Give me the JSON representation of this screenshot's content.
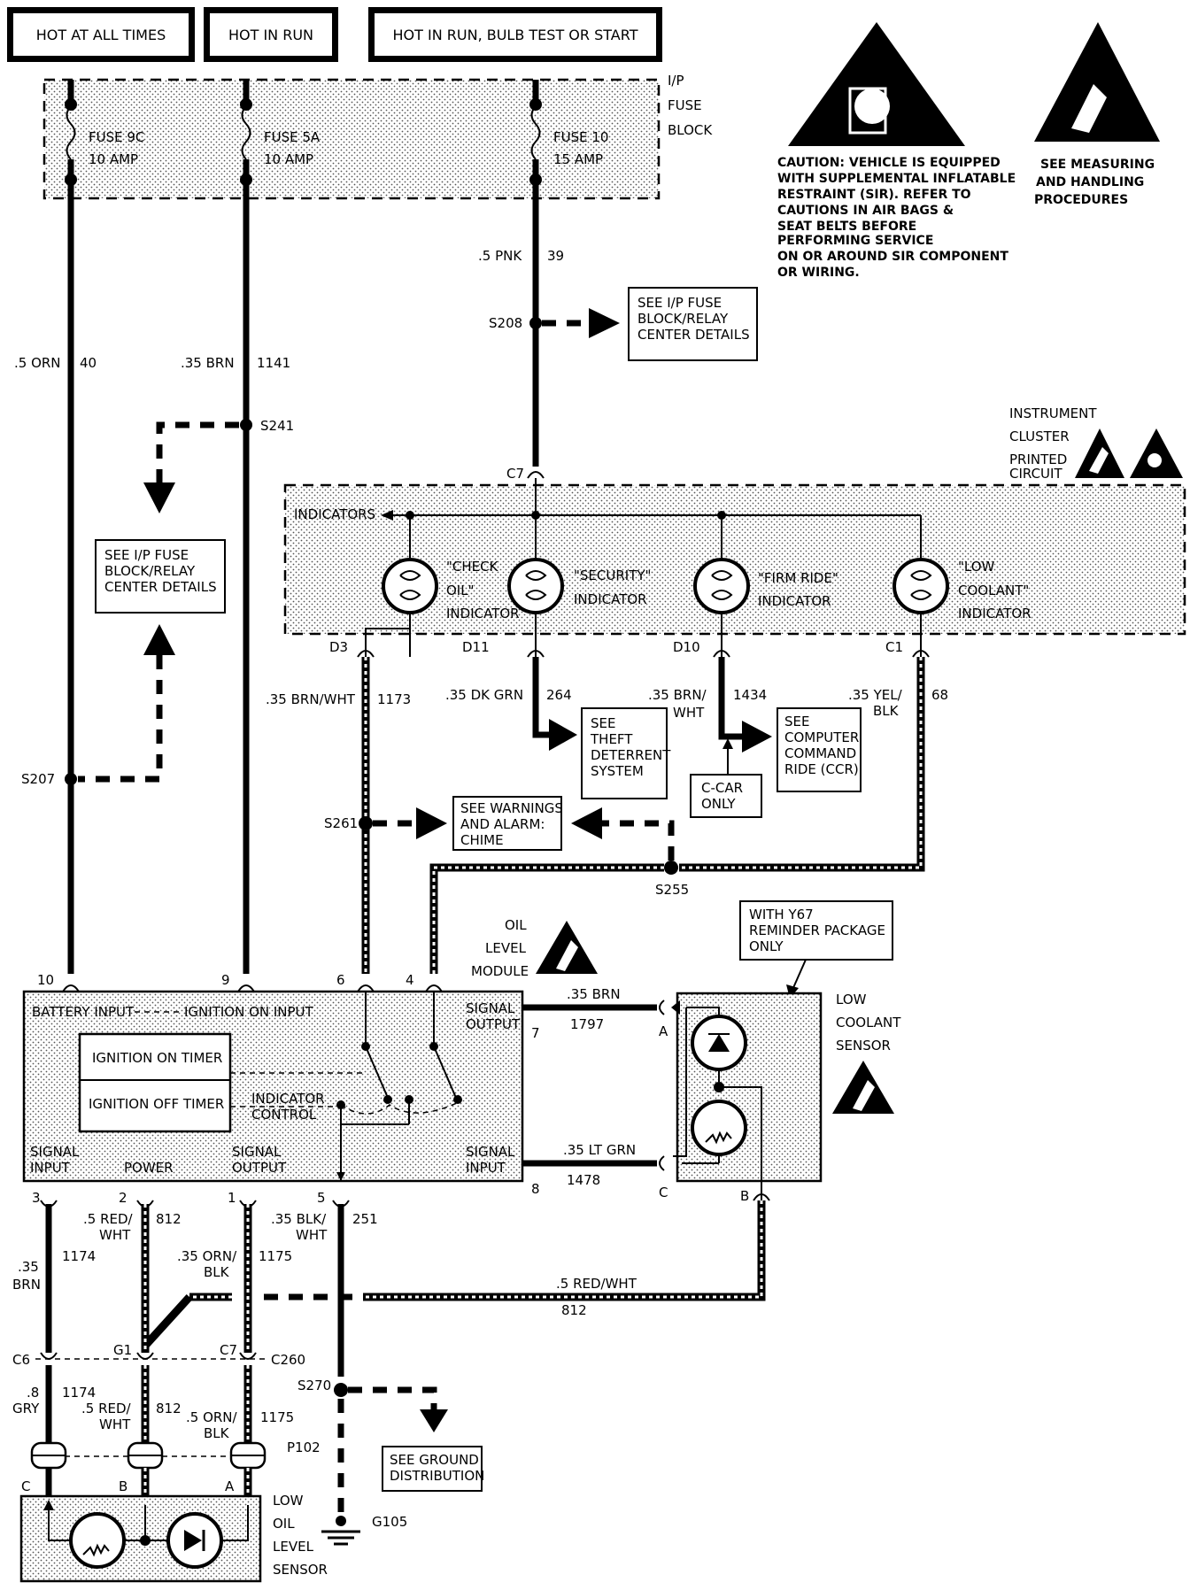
{
  "headers": {
    "hot_at_all_times": "HOT AT ALL TIMES",
    "hot_in_run": "HOT IN RUN",
    "hot_in_run_bulb_test": "HOT IN RUN, BULB TEST OR START"
  },
  "fuse_block": {
    "label_line1": "I/P",
    "label_line2": "FUSE",
    "label_line3": "BLOCK",
    "fuse1_name": "FUSE 9C",
    "fuse1_rating": "10 AMP",
    "fuse2_name": "FUSE 5A",
    "fuse2_rating": "10 AMP",
    "fuse3_name": "FUSE 10",
    "fuse3_rating": "15 AMP"
  },
  "caution": {
    "line1": "CAUTION: VEHICLE IS EQUIPPED",
    "line2": "WITH SUPPLEMENTAL INFLATABLE",
    "line3": "RESTRAINT (SIR). REFER TO",
    "line4": "CAUTIONS IN AIR BAGS &",
    "line5": "SEAT BELTS BEFORE",
    "line6": "PERFORMING SERVICE",
    "line7": "ON OR AROUND SIR COMPONENT",
    "line8": "OR WIRING."
  },
  "esd_note": {
    "line1": "SEE MEASURING",
    "line2": "AND HANDLING",
    "line3": "PROCEDURES"
  },
  "wires": {
    "w40_gauge": ".5 ORN",
    "w40_num": "40",
    "w1141_gauge": ".35 BRN",
    "w1141_num": "1141",
    "w39_gauge": ".5 PNK",
    "w39_num": "39",
    "w1173_gauge": ".35 BRN/WHT",
    "w1173_num": "1173",
    "w264_gauge": ".35 DK GRN",
    "w264_num": "264",
    "w1434_gauge1": ".35 BRN/",
    "w1434_gauge2": "WHT",
    "w1434_num": "1434",
    "w68_gauge1": ".35 YEL/",
    "w68_gauge2": "BLK",
    "w68_num": "68",
    "w1797_gauge": ".35 BRN",
    "w1797_num": "1797",
    "w1478_gauge": ".35 LT GRN",
    "w1478_num": "1478",
    "w1174_gauge1": ".35",
    "w1174_gauge2": "BRN",
    "w1174_num": "1174",
    "w812_gauge1": ".5 RED/",
    "w812_gauge2": "WHT",
    "w812_num": "812",
    "w1175_gauge1": ".35 ORN/",
    "w1175_gauge2": "BLK",
    "w1175_num": "1175",
    "w251_gauge1": ".35 BLK/",
    "w251_gauge2": "WHT",
    "w251_num": "251",
    "w812h_gauge": ".5 RED/WHT",
    "w812h_num": "812",
    "w1174b_gauge1": ".8",
    "w1174b_gauge2": "GRY",
    "w1174b_num": "1174",
    "w812b_gauge1": ".5 RED/",
    "w812b_gauge2": "WHT",
    "w812b_num": "812",
    "w1175b_gauge1": ".5 ORN/",
    "w1175b_gauge2": "BLK",
    "w1175b_num": "1175"
  },
  "splices": {
    "s208": "S208",
    "s241": "S241",
    "s207": "S207",
    "s261": "S261",
    "s255": "S255",
    "s270": "S270",
    "g105": "G105",
    "g1": "G1",
    "c6": "C6",
    "c7b": "C7",
    "c260": "C260",
    "p102": "P102"
  },
  "refs": {
    "ip_fuse_top_1": "SEE I/P FUSE",
    "ip_fuse_top_2": "BLOCK/RELAY",
    "ip_fuse_top_3": "CENTER DETAILS",
    "ip_fuse_left_1": "SEE I/P FUSE",
    "ip_fuse_left_2": "BLOCK/RELAY",
    "ip_fuse_left_3": "CENTER DETAILS",
    "theft_1": "SEE",
    "theft_2": "THEFT",
    "theft_3": "DETERRENT",
    "theft_4": "SYSTEM",
    "ccr_1": "SEE",
    "ccr_2": "COMPUTER",
    "ccr_3": "COMMAND",
    "ccr_4": "RIDE (CCR)",
    "ccar_1": "C-CAR",
    "ccar_2": "ONLY",
    "chime_1": "SEE WARNINGS",
    "chime_2": "AND ALARM:",
    "chime_3": "CHIME",
    "y67_1": "WITH Y67",
    "y67_2": "REMINDER PACKAGE",
    "y67_3": "ONLY",
    "ground_1": "SEE GROUND",
    "ground_2": "DISTRIBUTION"
  },
  "cluster": {
    "label1": "INSTRUMENT",
    "label2": "CLUSTER",
    "label3": "PRINTED",
    "label4": "CIRCUIT",
    "c7": "C7",
    "indicators": "INDICATORS",
    "check_oil_1": "\"CHECK",
    "check_oil_2": "OIL\"",
    "check_oil_3": "INDICATOR",
    "security_1": "\"SECURITY\"",
    "security_2": "INDICATOR",
    "firm_ride_1": "\"FIRM RIDE\"",
    "firm_ride_2": "INDICATOR",
    "low_coolant_1": "\"LOW",
    "low_coolant_2": "COOLANT\"",
    "low_coolant_3": "INDICATOR",
    "d3": "D3",
    "d11": "D11",
    "d10": "D10",
    "c1": "C1"
  },
  "module": {
    "label1": "OIL",
    "label2": "LEVEL",
    "label3": "MODULE",
    "pin10": "10",
    "pin9": "9",
    "pin6": "6",
    "pin4": "4",
    "pin7": "7",
    "pin8": "8",
    "pin3": "3",
    "pin2": "2",
    "pin1": "1",
    "pin5": "5",
    "battery_input": "BATTERY INPUT",
    "ignition_on_input": "IGNITION ON INPUT",
    "signal_output_r1": "SIGNAL",
    "signal_output_r2": "OUTPUT",
    "ignition_on_timer": "IGNITION ON TIMER",
    "ignition_off_timer": "IGNITION OFF TIMER",
    "indicator_control_1": "INDICATOR",
    "indicator_control_2": "CONTROL",
    "signal_input_b1": "SIGNAL",
    "signal_input_b2": "INPUT",
    "power": "POWER",
    "signal_output_b1": "SIGNAL",
    "signal_output_b2": "OUTPUT",
    "signal_input_r1": "SIGNAL",
    "signal_input_r2": "INPUT"
  },
  "coolant_sensor": {
    "label1": "LOW",
    "label2": "COOLANT",
    "label3": "SENSOR",
    "pin_a": "A",
    "pin_c": "C",
    "pin_b": "B"
  },
  "oil_sensor": {
    "label1": "LOW",
    "label2": "OIL",
    "label3": "LEVEL",
    "label4": "SENSOR",
    "pin_c": "C",
    "pin_b": "B",
    "pin_a": "A"
  }
}
